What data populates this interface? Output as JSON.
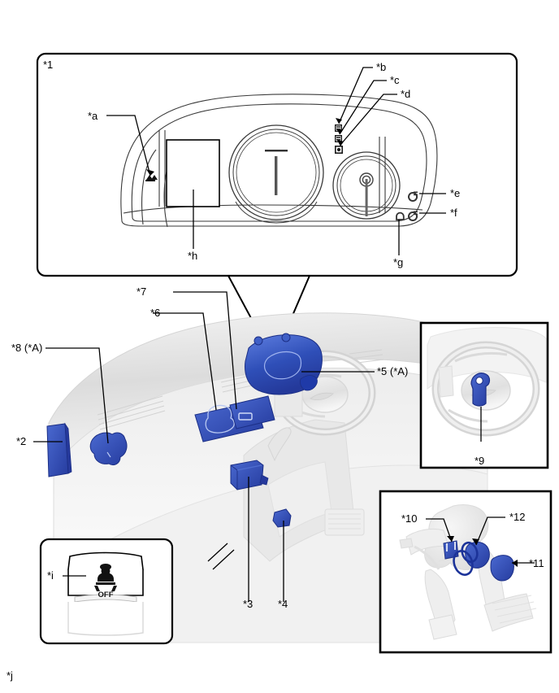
{
  "diagram": {
    "title": "Vehicle Instrument Panel / SRS Airbag Component Location Diagram",
    "accent_blue": "#2f4fb8",
    "accent_blue_light": "#4f6fd4",
    "outline": "#000000",
    "body_gray": "#e3e3e3"
  },
  "panels": {
    "cluster_detail": {
      "name": "instrument-cluster-detail-panel",
      "label": "*1"
    },
    "steering_inset": {
      "name": "steering-wheel-inset"
    },
    "pedal_inset": {
      "name": "pedal-assembly-inset"
    },
    "airbag_off_inset": {
      "name": "airbag-off-indicator-inset"
    }
  },
  "callouts": {
    "cluster": [
      {
        "id": "a",
        "label": "*a",
        "target": "slip-indicator-lamp"
      },
      {
        "id": "b",
        "label": "*b",
        "target": "srs-warning-lamp-1"
      },
      {
        "id": "c",
        "label": "*c",
        "target": "srs-warning-lamp-2"
      },
      {
        "id": "d",
        "label": "*d",
        "target": "srs-warning-lamp-3"
      },
      {
        "id": "e",
        "label": "*e",
        "target": "indicator-lamp-e"
      },
      {
        "id": "f",
        "label": "*f",
        "target": "indicator-lamp-f"
      },
      {
        "id": "g",
        "label": "*g",
        "target": "indicator-lamp-g"
      },
      {
        "id": "h",
        "label": "*h",
        "target": "multi-information-display"
      }
    ],
    "interior": [
      {
        "id": "2",
        "label": "*2",
        "target": "component-2"
      },
      {
        "id": "3",
        "label": "*3",
        "target": "component-3"
      },
      {
        "id": "4",
        "label": "*4",
        "target": "component-4"
      },
      {
        "id": "5",
        "label": "*5 (*A)",
        "target": "component-5"
      },
      {
        "id": "6",
        "label": "*6",
        "target": "component-6"
      },
      {
        "id": "7",
        "label": "*7",
        "target": "component-7"
      },
      {
        "id": "8",
        "label": "*8 (*A)",
        "target": "component-8"
      },
      {
        "id": "9",
        "label": "*9",
        "target": "component-9"
      },
      {
        "id": "10",
        "label": "*10",
        "target": "component-10"
      },
      {
        "id": "11",
        "label": "*11",
        "target": "component-11"
      },
      {
        "id": "12",
        "label": "*12",
        "target": "component-12"
      },
      {
        "id": "i",
        "label": "*i",
        "target": "airbag-off-indicator"
      },
      {
        "id": "j",
        "label": "*j",
        "target": "figure-footnote"
      }
    ]
  },
  "indicator_icons": {
    "airbag_off_text": "OFF"
  }
}
